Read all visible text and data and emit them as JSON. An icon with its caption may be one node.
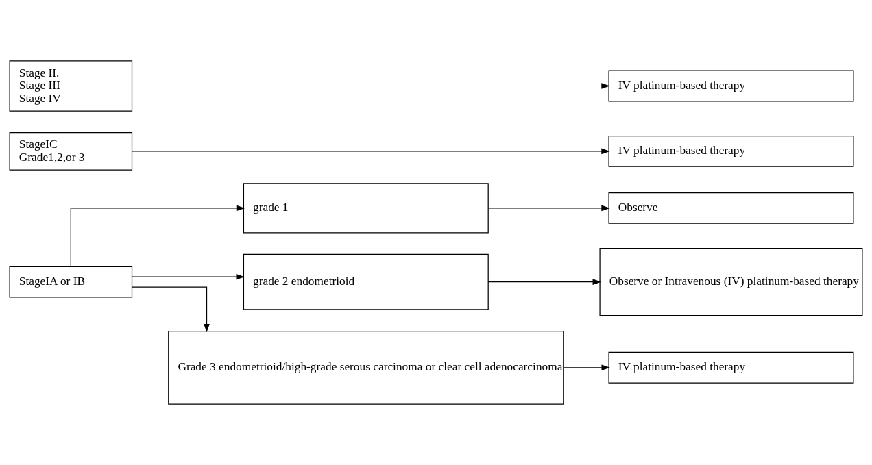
{
  "diagram": {
    "nodes": [
      {
        "text": [
          "StageIA or IB"
        ]
      },
      {
        "text": [
          "grade 1"
        ]
      },
      {
        "text": [
          "grade 2 endometrioid"
        ]
      },
      {
        "text": [
          "Grade 3 endometrioid/high-grade serous carcinoma or clear cell adenocarcinoma"
        ]
      },
      {
        "text": [
          "Observe"
        ]
      },
      {
        "text": [
          "Observe or Intravenous (IV) platinum-based therapy"
        ]
      },
      {
        "text": [
          "IV platinum-based therapy"
        ]
      },
      {
        "text": [
          "StageIC",
          "Grade1,2,or 3"
        ]
      },
      {
        "text": [
          "IV platinum-based therapy"
        ]
      },
      {
        "text": [
          "Stage II.",
          "Stage III",
          "Stage IV"
        ]
      },
      {
        "text": [
          "IV platinum-based therapy"
        ]
      }
    ],
    "edges": [
      {
        "from": 0,
        "to": 1,
        "arrow": "to"
      },
      {
        "from": 0,
        "to": 2,
        "arrow": "to"
      },
      {
        "from": 0,
        "to": 3,
        "arrow": "to"
      },
      {
        "from": 1,
        "to": 4,
        "arrow": "to"
      },
      {
        "from": 2,
        "to": 5,
        "arrow": "to"
      },
      {
        "from": 3,
        "to": 6,
        "arrow": "to"
      },
      {
        "from": 7,
        "to": 8,
        "arrow": "to"
      },
      {
        "from": 9,
        "to": 10,
        "arrow": "to"
      }
    ]
  }
}
